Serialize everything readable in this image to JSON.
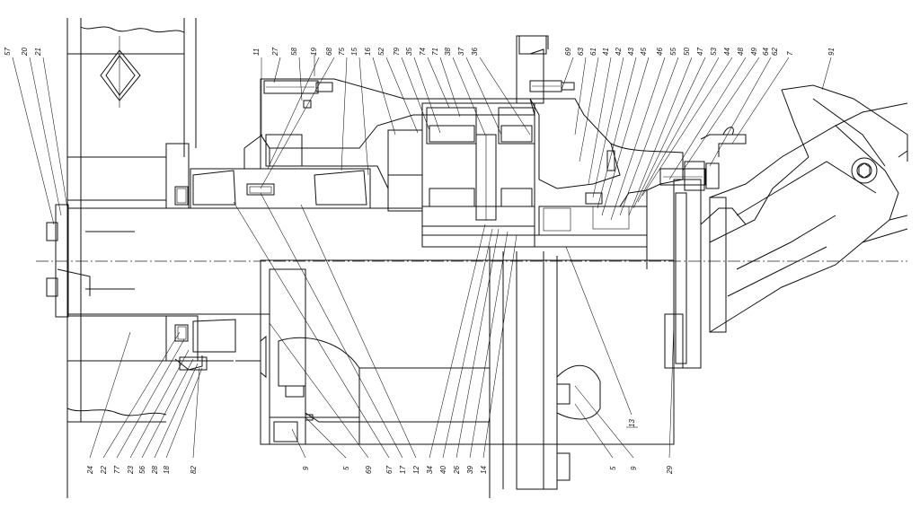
{
  "drawing": {
    "top_callouts": [
      {
        "id": "c1",
        "text": "57"
      },
      {
        "id": "c2",
        "text": "20"
      },
      {
        "id": "c3",
        "text": "21"
      },
      {
        "id": "c4",
        "text": "11"
      },
      {
        "id": "c5",
        "text": "27"
      },
      {
        "id": "c6",
        "text": "58"
      },
      {
        "id": "c7",
        "text": "19"
      },
      {
        "id": "c8",
        "text": "68"
      },
      {
        "id": "c9",
        "text": "75"
      },
      {
        "id": "c10",
        "text": "15"
      },
      {
        "id": "c11",
        "text": "16"
      },
      {
        "id": "c12",
        "text": "52"
      },
      {
        "id": "c13",
        "text": "79"
      },
      {
        "id": "c14",
        "text": "35"
      },
      {
        "id": "c15",
        "text": "74"
      },
      {
        "id": "c16",
        "text": "71"
      },
      {
        "id": "c17",
        "text": "38"
      },
      {
        "id": "c18",
        "text": "37"
      },
      {
        "id": "c19",
        "text": "36"
      },
      {
        "id": "c20",
        "text": "69"
      },
      {
        "id": "c21",
        "text": "63"
      },
      {
        "id": "c22",
        "text": "61"
      },
      {
        "id": "c23",
        "text": "41"
      },
      {
        "id": "c24",
        "text": "42"
      },
      {
        "id": "c25",
        "text": "43"
      },
      {
        "id": "c26",
        "text": "45"
      },
      {
        "id": "c27",
        "text": "46"
      },
      {
        "id": "c28",
        "text": "55"
      },
      {
        "id": "c29",
        "text": "50"
      },
      {
        "id": "c30",
        "text": "47"
      },
      {
        "id": "c31",
        "text": "53"
      },
      {
        "id": "c32",
        "text": "44"
      },
      {
        "id": "c33",
        "text": "48"
      },
      {
        "id": "c34",
        "text": "49"
      },
      {
        "id": "c35",
        "text": "64"
      },
      {
        "id": "c36",
        "text": "62"
      },
      {
        "id": "c37",
        "text": "7"
      },
      {
        "id": "c38",
        "text": "91"
      }
    ],
    "bottom_callouts": [
      {
        "id": "b1",
        "text": "24"
      },
      {
        "id": "b2",
        "text": "22"
      },
      {
        "id": "b3",
        "text": "77"
      },
      {
        "id": "b4",
        "text": "23"
      },
      {
        "id": "b5",
        "text": "56"
      },
      {
        "id": "b6",
        "text": "28"
      },
      {
        "id": "b7",
        "text": "18"
      },
      {
        "id": "b8",
        "text": "82"
      },
      {
        "id": "b9",
        "text": "9"
      },
      {
        "id": "b10",
        "text": "5"
      },
      {
        "id": "b11",
        "text": "69"
      },
      {
        "id": "b12",
        "text": "67"
      },
      {
        "id": "b13",
        "text": "17"
      },
      {
        "id": "b14",
        "text": "12"
      },
      {
        "id": "b15",
        "text": "34"
      },
      {
        "id": "b16",
        "text": "40"
      },
      {
        "id": "b17",
        "text": "26"
      },
      {
        "id": "b18",
        "text": "39"
      },
      {
        "id": "b19",
        "text": "14"
      },
      {
        "id": "b20",
        "text": "5"
      },
      {
        "id": "b21",
        "text": "9"
      },
      {
        "id": "b22",
        "text": "29"
      }
    ],
    "inner_callouts": [
      {
        "id": "i1",
        "text": "13"
      }
    ]
  }
}
